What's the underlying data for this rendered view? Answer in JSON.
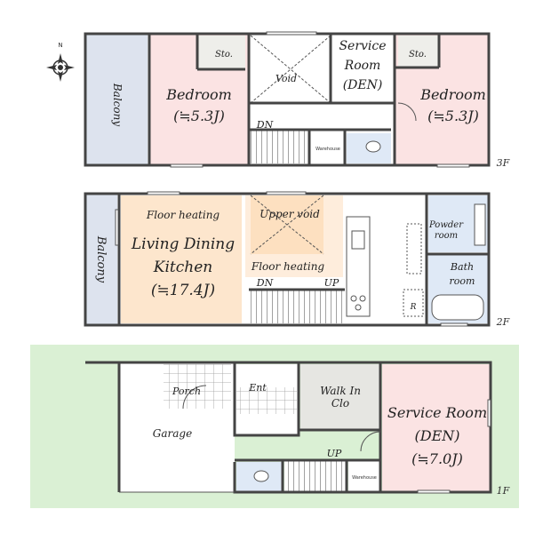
{
  "colors": {
    "bedroom": "#fbe3e3",
    "ldk": "#fde6cd",
    "wet": "#dfe9f6",
    "walkin": "#e6e6e2",
    "garden": "#daf0d4",
    "balcony": "#dde3ee",
    "wall": "#444444"
  },
  "compass": {
    "north": "N"
  },
  "floor3": {
    "label": "3F",
    "balcony": "Balcony",
    "bedroom_left": {
      "name": "Bedroom",
      "size": "(≒5.3J)"
    },
    "storage_left": "Sto.",
    "void": "Void",
    "service_room": {
      "line1": "Service",
      "line2": "Room",
      "line3": "(DEN)"
    },
    "storage_right": "Sto.",
    "bedroom_right": {
      "name": "Bedroom",
      "size": "(≒5.3J)"
    },
    "stairs_dn": "DN",
    "warehouse": "Warehouse"
  },
  "floor2": {
    "label": "2F",
    "balcony": "Balcony",
    "floor_heating_1": "Floor heating",
    "ldk": {
      "line1": "Living Dining",
      "line2": "Kitchen",
      "size": "(≒17.4J)"
    },
    "upper_void": "Upper void",
    "floor_heating_2": "Floor heating",
    "powder_room": {
      "line1": "Powder",
      "line2": "room"
    },
    "bath_room": {
      "line1": "Bath",
      "line2": "room"
    },
    "stairs_dn": "DN",
    "stairs_up": "UP",
    "fridge": "R"
  },
  "floor1": {
    "label": "1F",
    "porch": "Porch",
    "entrance": "Ent",
    "garage": "Garage",
    "walkin": {
      "line1": "Walk In",
      "line2": "Clo"
    },
    "service_room": {
      "line1": "Service Room",
      "line2": "(DEN)",
      "size": "(≒7.0J)"
    },
    "stairs_up": "UP",
    "warehouse": "Warehouse"
  }
}
